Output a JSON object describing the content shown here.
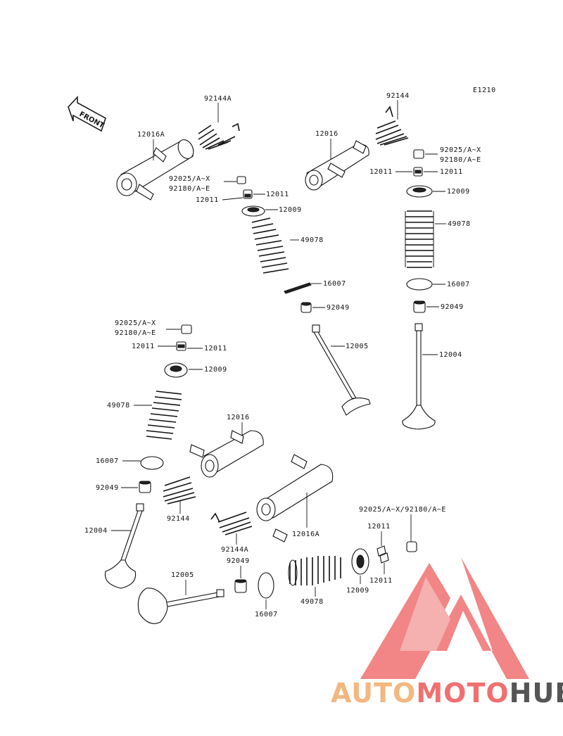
{
  "diagram_code": "E1210",
  "front_label": "FRONT",
  "labels": {
    "p92144A_top": "92144A",
    "p92144_top": "92144",
    "p12016A_top": "12016A",
    "p12016_top": "12016",
    "p92025_92180_mid_a": "92025/A~X",
    "p92025_92180_mid_b": "92180/A~E",
    "p12011_mid_right": "12011",
    "p12011_mid_left": "12011",
    "p12009_mid": "12009",
    "p49078_mid": "49078",
    "p16007_mid": "16007",
    "p92049_mid": "92049",
    "p12005_mid": "12005",
    "p92025_right_a": "92025/A~X",
    "p92180_right_b": "92180/A~E",
    "p12011_right_l": "12011",
    "p12011_right_r": "12011",
    "p12009_right": "12009",
    "p49078_right": "49078",
    "p16007_right": "16007",
    "p92049_right": "92049",
    "p12004_right": "12004",
    "p92025_left_a": "92025/A~X",
    "p92180_left_b": "92180/A~E",
    "p12011_left_l": "12011",
    "p12011_left_r": "12011",
    "p12009_left": "12009",
    "p49078_left": "49078",
    "p16007_left": "16007",
    "p92049_left": "92049",
    "p12004_left": "12004",
    "p12016_low": "12016",
    "p92144_low": "92144",
    "p12016A_low": "12016A",
    "p92144A_low": "92144A",
    "p92049_low": "92049",
    "p12005_low": "12005",
    "p16007_low": "16007",
    "p49078_low": "49078",
    "p12009_low": "12009",
    "p12011_low_top": "12011",
    "p12011_low_bot": "12011",
    "p92025_92180_low": "92025/A~X/92180/A~E"
  },
  "watermark": {
    "part1": "AUTO",
    "part2": "MOTO",
    "part3": "HUB",
    "color1": "#f2b880",
    "color2": "#f07070",
    "color3": "#555555"
  }
}
